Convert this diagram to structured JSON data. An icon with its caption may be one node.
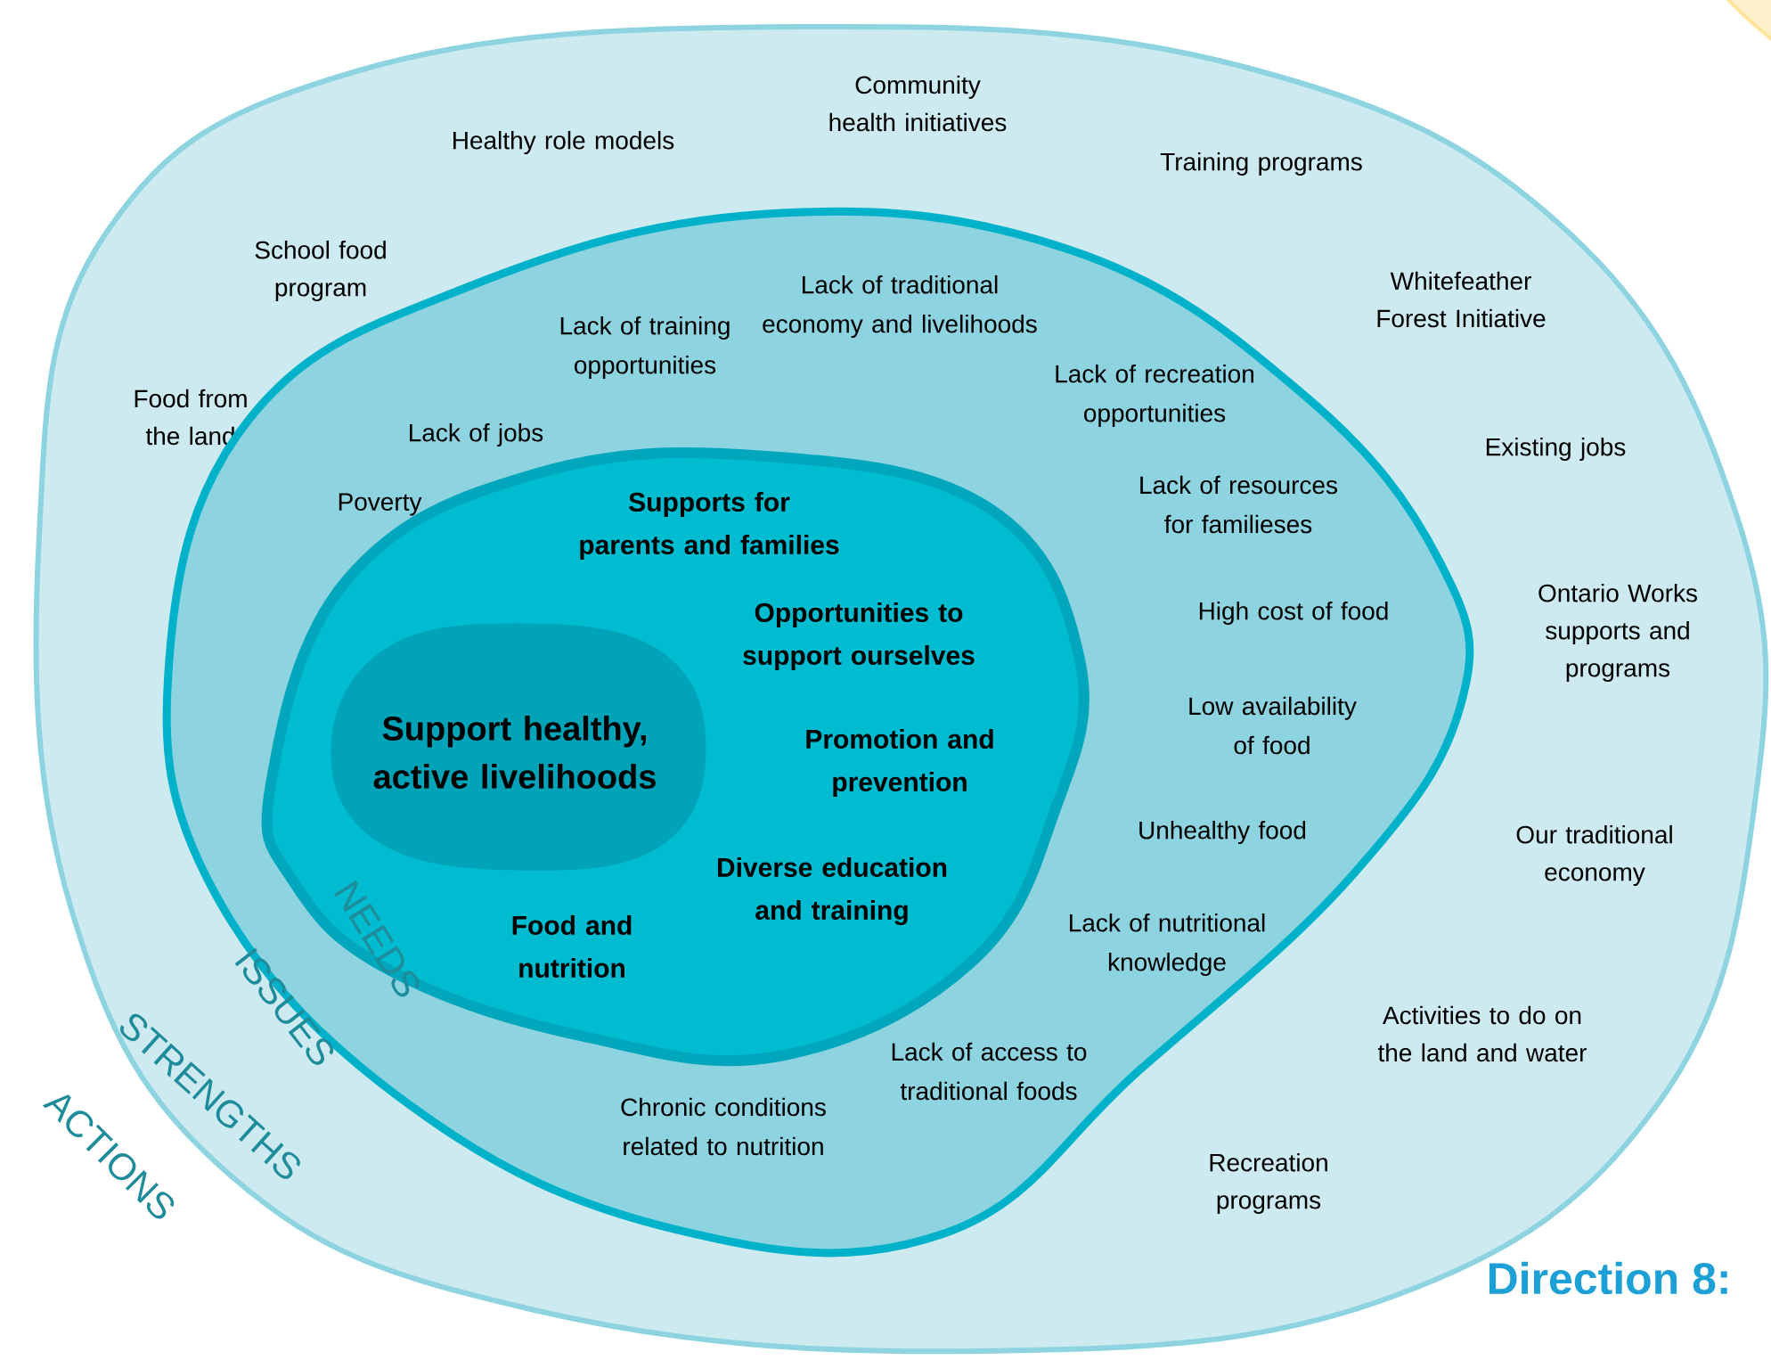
{
  "diagram": {
    "title": "Direction 8:",
    "nodes": [
      {
        "text": [
          "STRENGTHS",
          "Community health initiatives",
          "Healthy role models",
          "Training programs",
          "School food program",
          "Whitefeather Forest Initiative",
          "Food from the land",
          "Existing jobs",
          "Ontario Works supports and programs",
          "Our traditional economy",
          "Activities to do on the land and water",
          "Recreation programs"
        ]
      },
      {
        "text": [
          "ISSUES",
          "Lack of traditional economy and livelihoods",
          "Lack of training opportunities",
          "Lack of recreation opportunities",
          "Lack of jobs",
          "Poverty",
          "Lack of resources for familieses",
          "High cost of food",
          "Low availability of food",
          "Unhealthy food",
          "Lack of nutritional knowledge",
          "Lack of access to traditional foods",
          "Chronic conditions related to nutrition"
        ],
        "in": 0
      },
      {
        "text": [
          "NEEDS",
          "Supports for parents and families",
          "Opportunities to support ourselves",
          "Promotion and prevention",
          "Diverse education and training",
          "Food and nutrition"
        ],
        "in": 1
      },
      {
        "text": [
          "Support healthy, active livelihoods"
        ],
        "in": 2
      }
    ],
    "labels": [
      "ACTIONS"
    ]
  }
}
